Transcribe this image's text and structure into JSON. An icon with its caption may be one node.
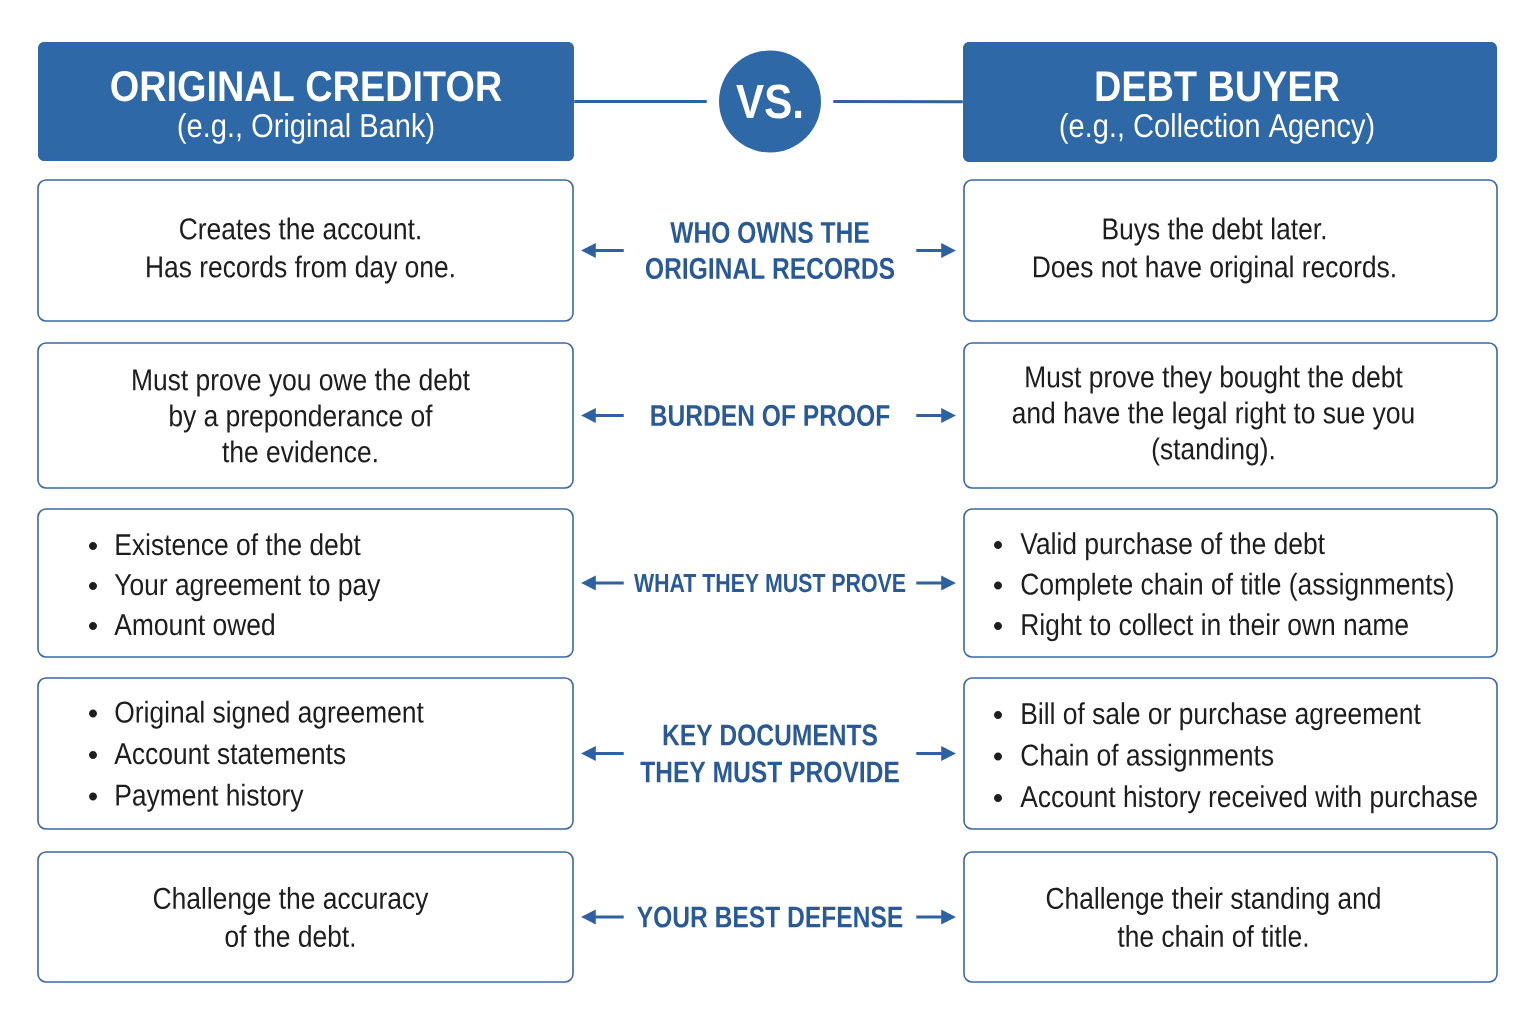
{
  "diagram": {
    "nodes": [
      {
        "text": [
          "ORIGINAL CREDITOR",
          "(e.g., Original Bank)"
        ]
      },
      {
        "text": [
          "VS."
        ]
      },
      {
        "text": [
          "DEBT BUYER",
          "(e.g., Collection Agency)"
        ]
      },
      {
        "text": [
          "Creates the account.",
          "Has records from day one."
        ]
      },
      {
        "text": [
          "WHO OWNS THE ORIGINAL RECORDS"
        ]
      },
      {
        "text": [
          "Buys the debt later.",
          "Does not have original records."
        ]
      },
      {
        "text": [
          "Must prove you owe the debt by a preponderance of the evidence."
        ]
      },
      {
        "text": [
          "BURDEN OF PROOF"
        ]
      },
      {
        "text": [
          "Must prove they bought the debt and have the legal right to sue you (standing)."
        ]
      },
      {
        "text": [
          "Existence of the debt",
          "Your agreement to pay",
          "Amount owed"
        ]
      },
      {
        "text": [
          "WHAT THEY MUST PROVE"
        ]
      },
      {
        "text": [
          "Valid purchase of the debt",
          "Complete chain of title (assignments)",
          "Right to collect in their own name"
        ]
      },
      {
        "text": [
          "Original signed agreement",
          "Account statements",
          "Payment history"
        ]
      },
      {
        "text": [
          "KEY DOCUMENTS THEY MUST PROVIDE"
        ]
      },
      {
        "text": [
          "Bill of sale or purchase agreement",
          "Chain of assignments",
          "Account history received with purchase"
        ]
      },
      {
        "text": [
          "Challenge the accuracy of the debt."
        ]
      },
      {
        "text": [
          "YOUR BEST DEFENSE"
        ]
      },
      {
        "text": [
          "Challenge their standing and the chain of title."
        ]
      }
    ],
    "edges": [
      {
        "from": 0,
        "to": 1,
        "arrow": "none"
      },
      {
        "from": 1,
        "to": 2,
        "arrow": "none"
      },
      {
        "from": 4,
        "to": 3,
        "arrow": "to"
      },
      {
        "from": 4,
        "to": 5,
        "arrow": "to"
      },
      {
        "from": 7,
        "to": 6,
        "arrow": "to"
      },
      {
        "from": 7,
        "to": 8,
        "arrow": "to"
      },
      {
        "from": 10,
        "to": 9,
        "arrow": "to"
      },
      {
        "from": 10,
        "to": 11,
        "arrow": "to"
      },
      {
        "from": 13,
        "to": 12,
        "arrow": "to"
      },
      {
        "from": 13,
        "to": 14,
        "arrow": "to"
      },
      {
        "from": 16,
        "to": 15,
        "arrow": "to"
      },
      {
        "from": 16,
        "to": 17,
        "arrow": "to"
      }
    ]
  }
}
